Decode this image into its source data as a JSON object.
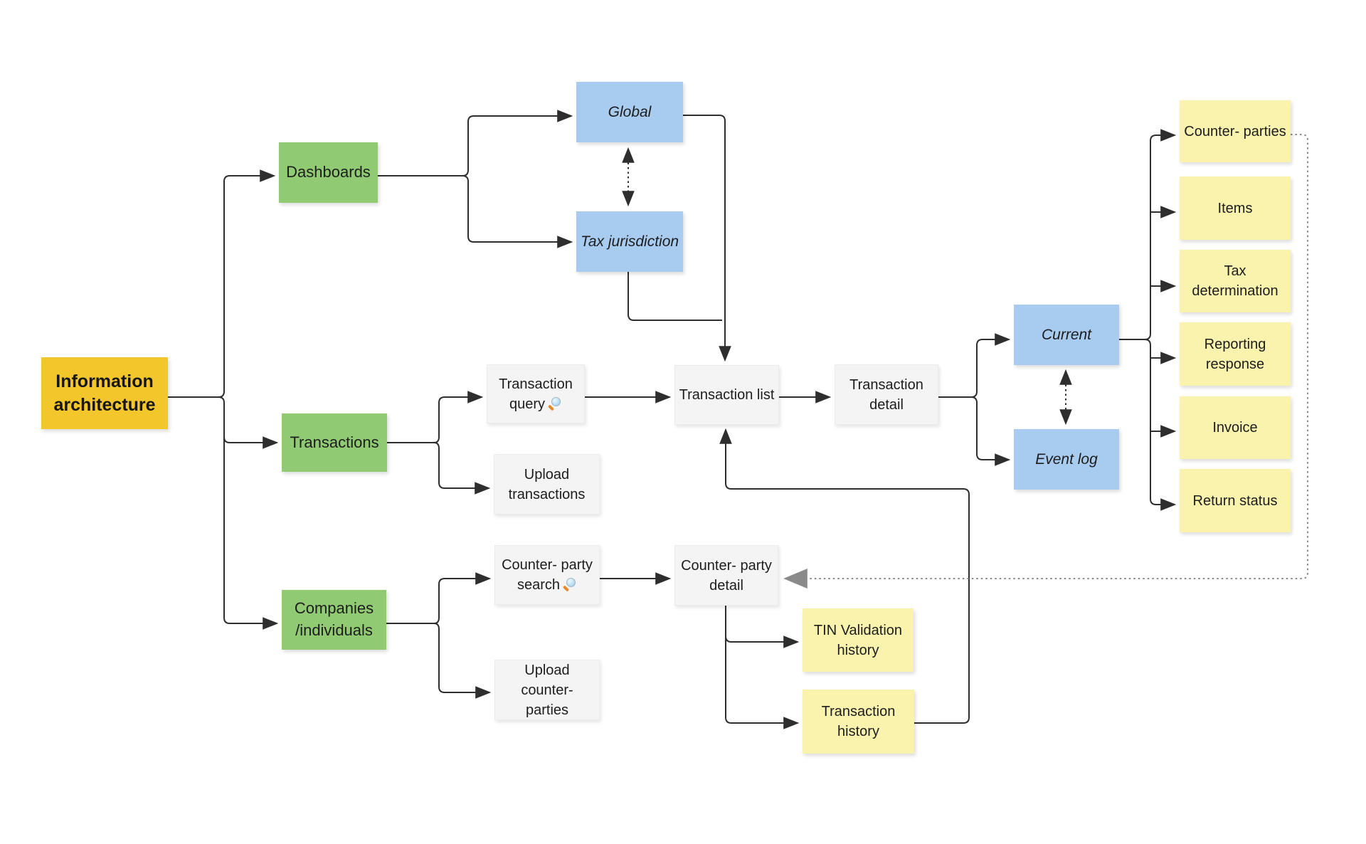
{
  "colors": {
    "root": "#F3C72B",
    "green": "#90CB74",
    "blue": "#A8CBF0",
    "gray": "#F4F4F4",
    "yellow": "#FAF3AD",
    "line": "#2E2E2E",
    "dotted": "#8A8A8A"
  },
  "nodes": {
    "info_arch": {
      "label": "Information architecture"
    },
    "dashboards": {
      "label": "Dashboards"
    },
    "transactions": {
      "label": "Transactions"
    },
    "companies": {
      "label": "Companies /individuals"
    },
    "global": {
      "label": "Global"
    },
    "tax_jurisdiction": {
      "label": "Tax jurisdiction"
    },
    "transaction_query": {
      "label": "Transaction query"
    },
    "upload_transactions": {
      "label": "Upload transactions"
    },
    "transaction_list": {
      "label": "Transaction list"
    },
    "transaction_detail": {
      "label": "Transaction detail"
    },
    "current": {
      "label": "Current"
    },
    "event_log": {
      "label": "Event log"
    },
    "counter_parties": {
      "label": "Counter- parties"
    },
    "items": {
      "label": "Items"
    },
    "tax_determination": {
      "label": "Tax determination"
    },
    "reporting_response": {
      "label": "Reporting response"
    },
    "invoice": {
      "label": "Invoice"
    },
    "return_status": {
      "label": "Return status"
    },
    "counter_party_search": {
      "label": "Counter- party search"
    },
    "upload_counter_parties": {
      "label": "Upload counter- parties"
    },
    "counter_party_detail": {
      "label": "Counter- party detail"
    },
    "tin_validation_history": {
      "label": "TIN Validation history"
    },
    "transaction_history": {
      "label": "Transaction history"
    }
  }
}
